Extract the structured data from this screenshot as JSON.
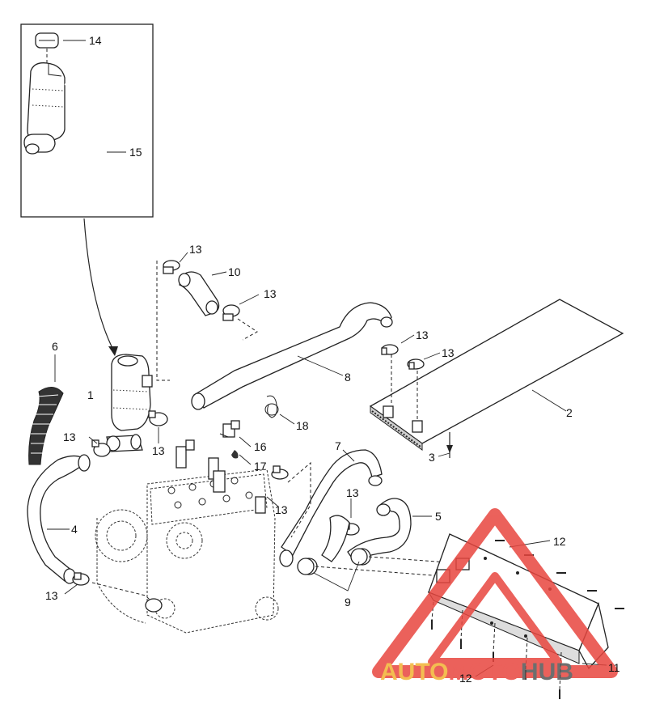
{
  "callouts": {
    "c1": "1",
    "c2": "2",
    "c3": "3",
    "c4": "4",
    "c5": "5",
    "c6": "6",
    "c7": "7",
    "c8": "8",
    "c9": "9",
    "c10": "10",
    "c11": "11",
    "c12a": "12",
    "c12b": "12",
    "c13a": "13",
    "c13b": "13",
    "c13c": "13",
    "c13d": "13",
    "c13e": "13",
    "c13f": "13",
    "c13g": "13",
    "c13h": "13",
    "c13i": "13",
    "c14": "14",
    "c15": "15",
    "c16": "16",
    "c17": "17",
    "c18": "18"
  },
  "watermark": {
    "part1": "AUTO",
    "part2": "MOTO",
    "part3": "HUB",
    "color_primary": "#e8463f",
    "color_secondary": "#f2b233",
    "color_dark": "#555555"
  }
}
